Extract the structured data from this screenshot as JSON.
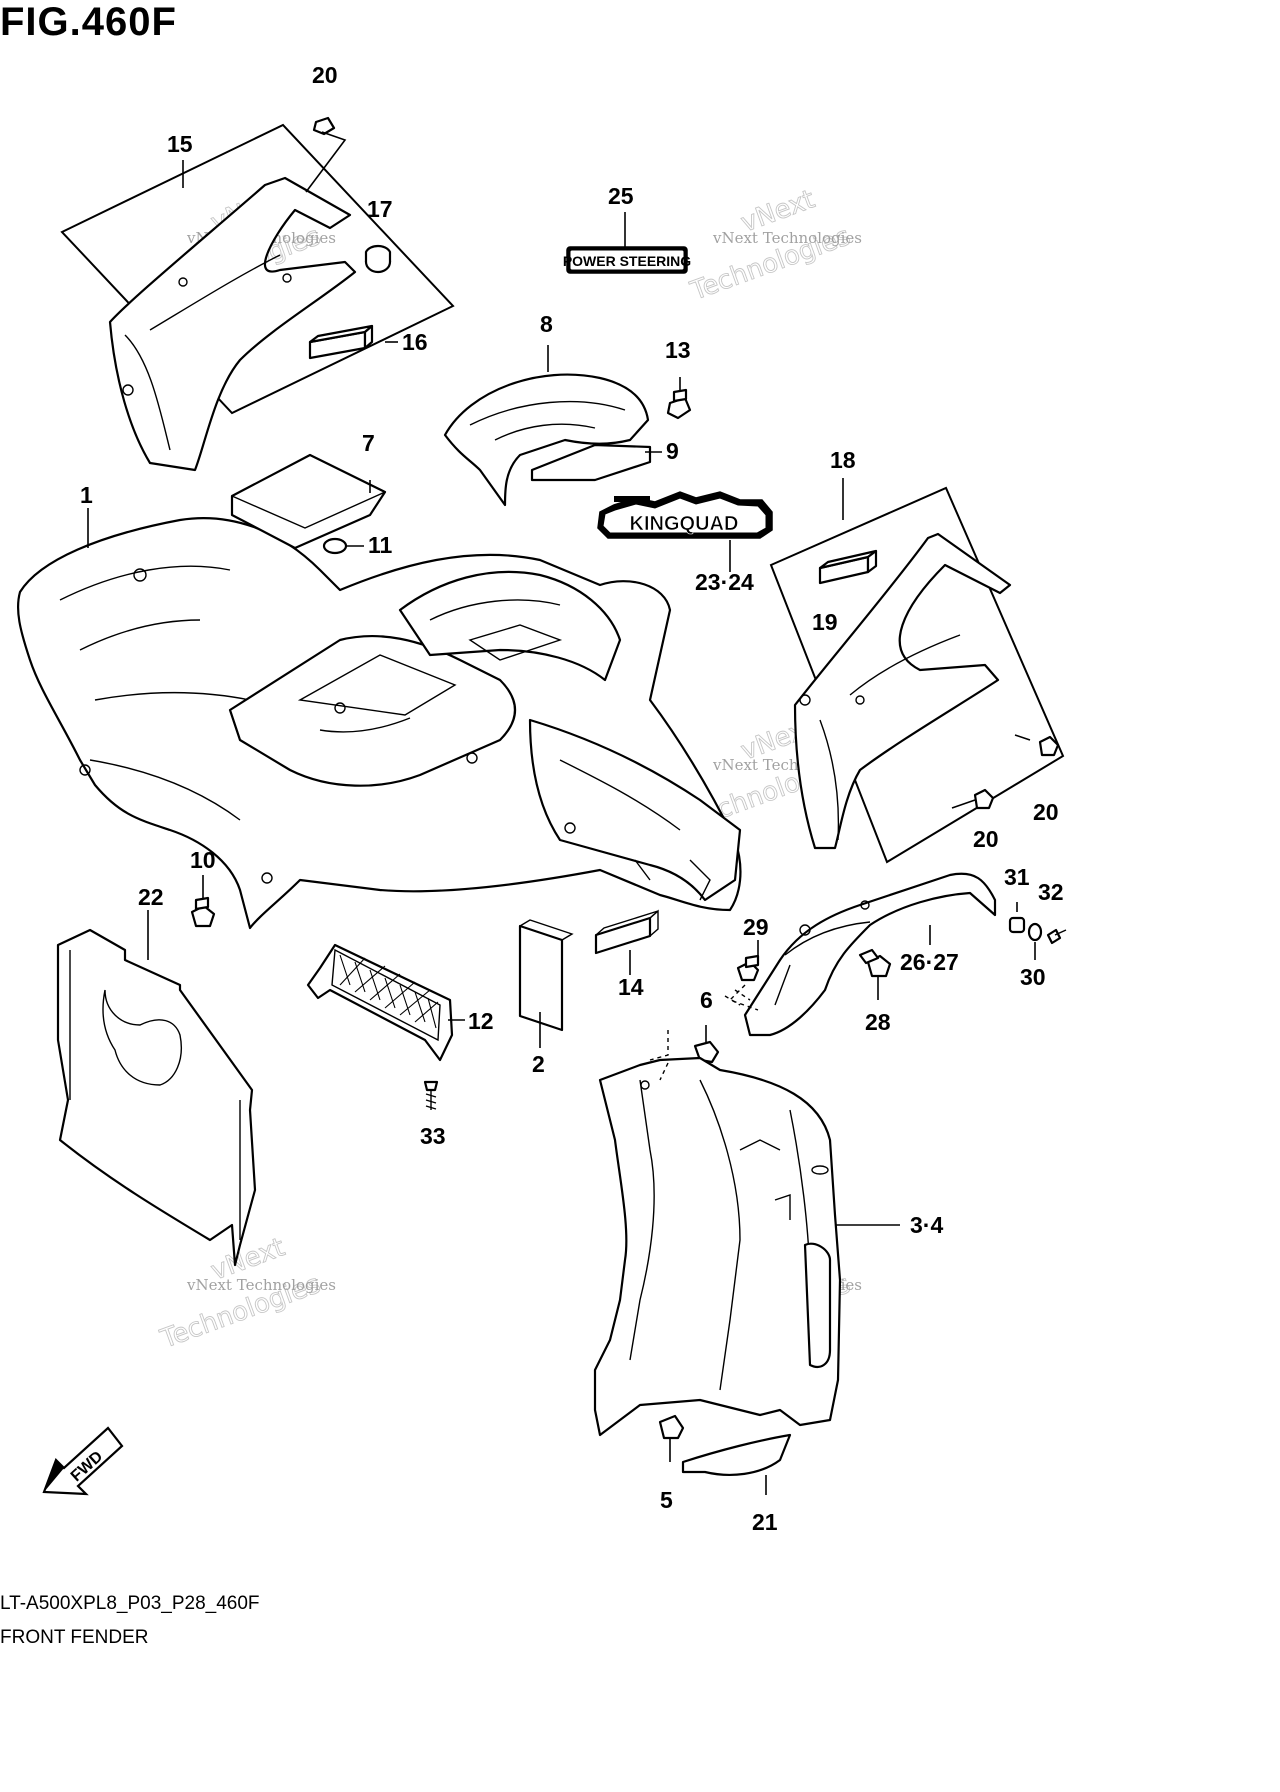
{
  "figure": {
    "title": "FIG.460F",
    "code": "LT-A500XPL8_P03_P28_460F",
    "name": "FRONT FENDER"
  },
  "decals": {
    "power_steering": "POWER STEERING",
    "kingquad": "KINGQUAD",
    "fwd": "FWD"
  },
  "watermark": {
    "line1": "vNext Technologies",
    "line2": "vNext",
    "line3": "Technologies"
  },
  "callouts": [
    "1",
    "2",
    "3·4",
    "5",
    "6",
    "7",
    "8",
    "9",
    "10",
    "11",
    "12",
    "13",
    "14",
    "15",
    "16",
    "17",
    "18",
    "19",
    "20",
    "20",
    "20",
    "21",
    "22",
    "23·24",
    "25",
    "26·27",
    "28",
    "29",
    "30",
    "31",
    "32",
    "33"
  ]
}
